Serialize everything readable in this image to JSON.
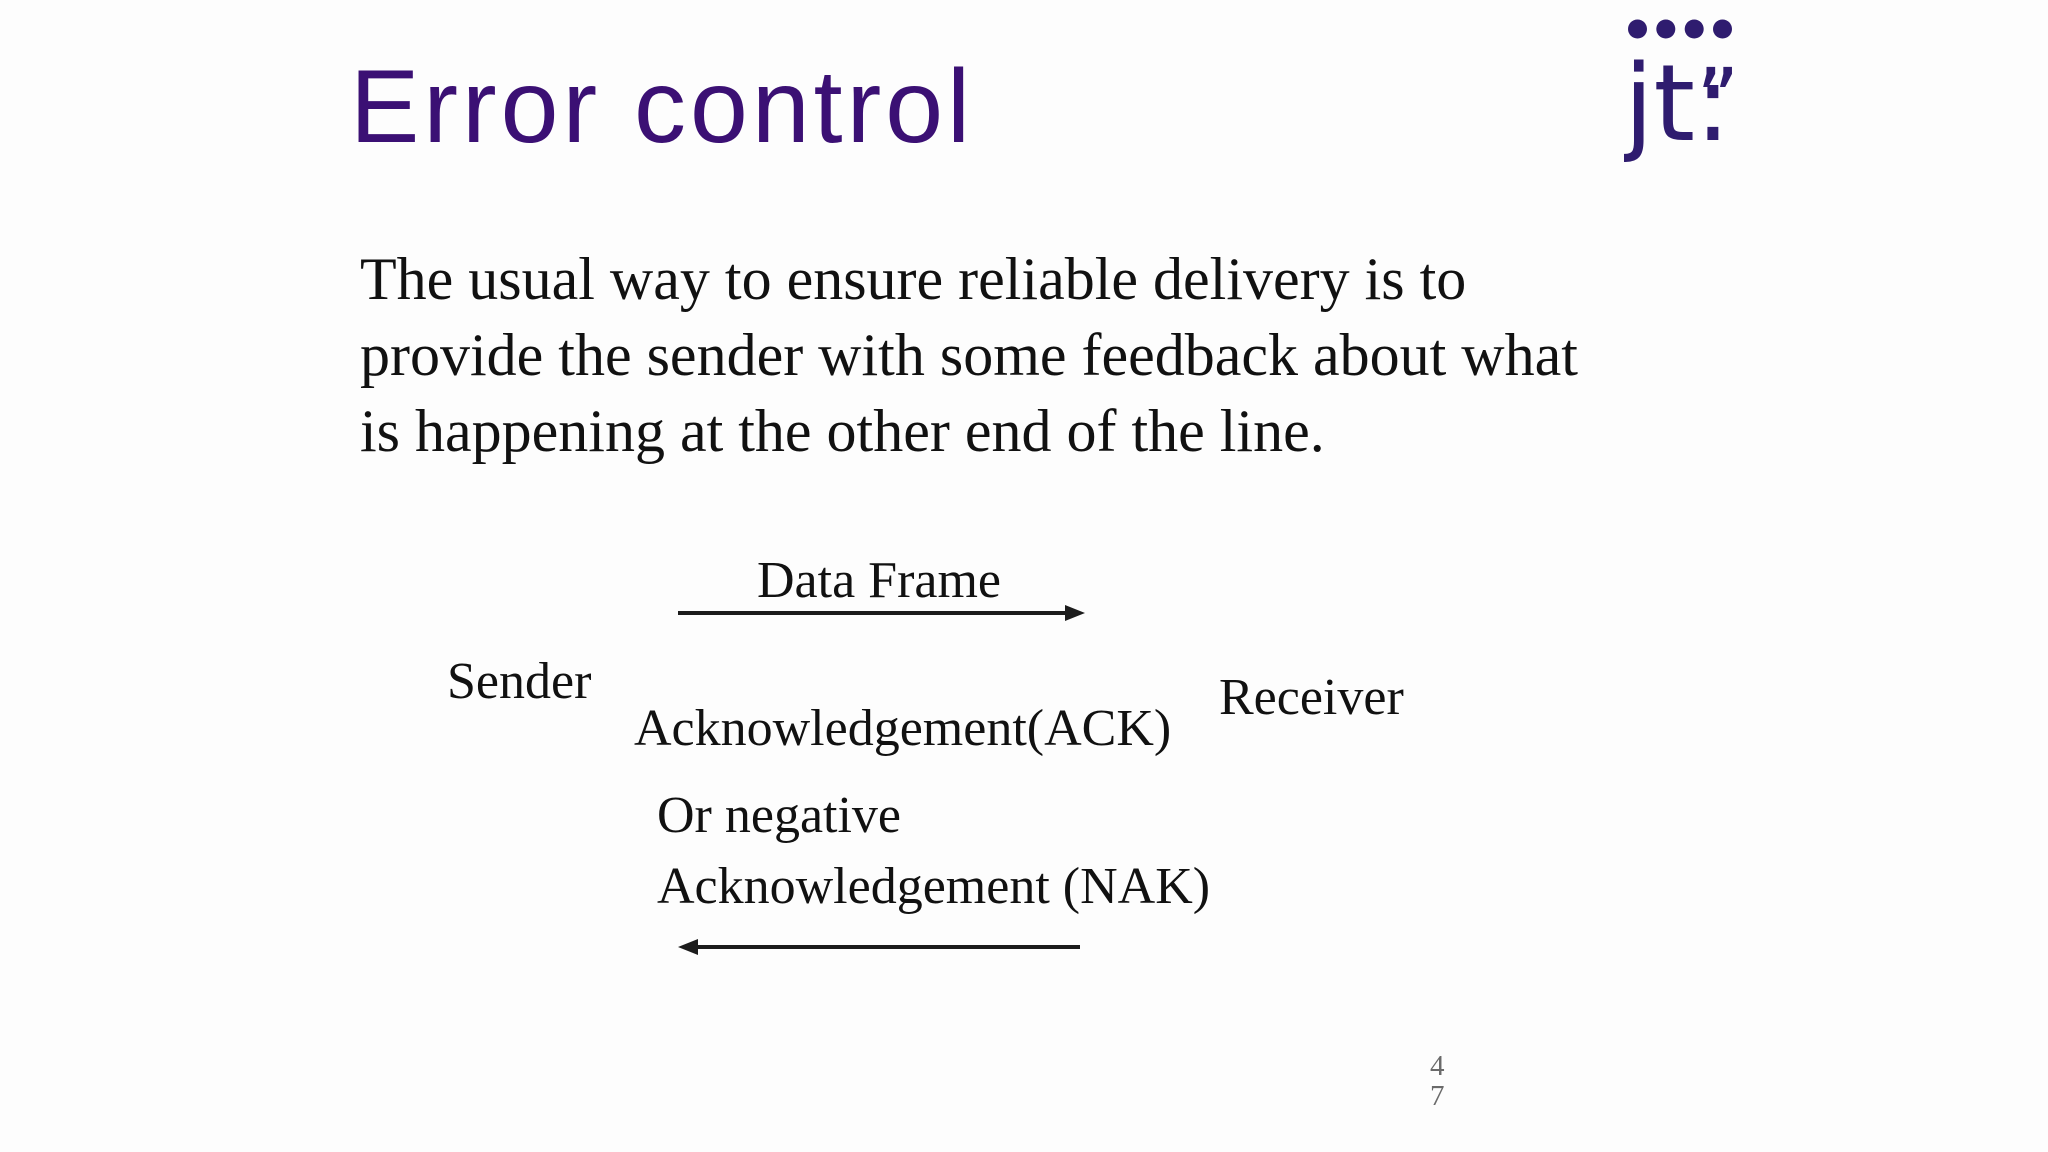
{
  "slide": {
    "title": "Error control",
    "body_lines": [
      "The usual way to ensure reliable delivery is to",
      "provide the sender with some feedback about what",
      "is happening at the other end of the line."
    ],
    "diagram": {
      "sender_label": "Sender",
      "receiver_label": "Receiver",
      "data_frame_label": "Data Frame",
      "ack_label": "Acknowledgement(ACK)",
      "nak_label_line1": "Or negative",
      "nak_label_line2": "Acknowledgement (NAK)"
    },
    "logo": {
      "text": "jt:",
      "quote_mark": "”",
      "dot_count": 4
    },
    "page_number": "47",
    "colors": {
      "title": "#3b1074",
      "logo": "#2f1c6f",
      "body_text": "#111111",
      "arrow": "#1c1c1c",
      "page_number": "#6a6a6a",
      "background": "#fdfdfd"
    }
  }
}
